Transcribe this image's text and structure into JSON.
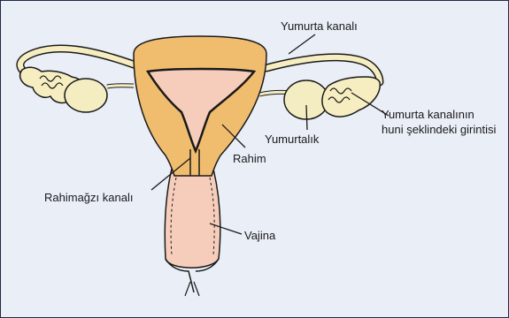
{
  "labels": {
    "fallopian_tube": "Yumurta kanalı",
    "infundibulum_line1": "Yumurta kanalının",
    "infundibulum_line2": "huni şeklindeki girintisi",
    "ovary": "Yumurtalık",
    "uterus": "Rahim",
    "cervical_canal": "Rahimağzı kanalı",
    "vagina": "Vajina"
  },
  "colors": {
    "background": "#e9eef7",
    "frame_border": "#1f2a44",
    "uterus_wall": "#f0bd6f",
    "cavity": "#f6cdbb",
    "fimbria": "#f6edc0",
    "ovary": "#f4edc2",
    "outline": "#1a1a1a"
  }
}
